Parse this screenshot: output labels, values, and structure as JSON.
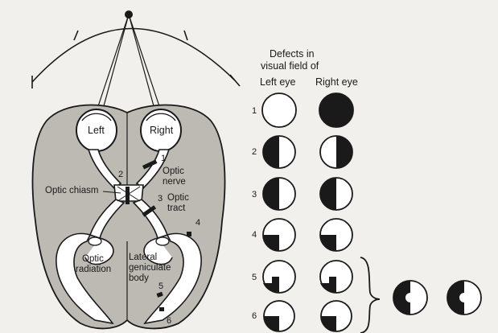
{
  "diagram": {
    "heading_line1": "Defects in",
    "heading_line2": "visual field of",
    "col_left": "Left eye",
    "col_right": "Right eye",
    "eye_left": "Left",
    "eye_right": "Right",
    "labels": {
      "optic_nerve_1": "Optic",
      "optic_nerve_2": "nerve",
      "optic_chiasm": "Optic chiasm",
      "optic_tract_1": "Optic",
      "optic_tract_2": "tract",
      "optic_radiation_1": "Optic",
      "optic_radiation_2": "radiation",
      "lgb_1": "Lateral",
      "lgb_2": "geniculate",
      "lgb_3": "body"
    },
    "lesion_numbers": [
      "1",
      "2",
      "3",
      "4",
      "5",
      "6"
    ],
    "row_numbers": [
      "1",
      "2",
      "3",
      "4",
      "5",
      "6"
    ],
    "field_defects": [
      {
        "row": "1",
        "left": "none",
        "right": "complete"
      },
      {
        "row": "2",
        "left": "temporal-left-half",
        "right": "temporal-right-half"
      },
      {
        "row": "3",
        "left": "left-half",
        "right": "left-half"
      },
      {
        "row": "4",
        "left": "lower-left-quadrant",
        "right": "lower-left-quadrant"
      },
      {
        "row": "5",
        "left": "lower-left-quadrant-partial",
        "right": "lower-left-quadrant-partial"
      },
      {
        "row": "6",
        "left": "lower-left-quadrant",
        "right": "lower-left-quadrant"
      }
    ],
    "colors": {
      "ink": "#1a1a1a",
      "brain_fill": "#bdb9b3",
      "pathway_fill": "#ffffff",
      "background": "#f2f0ec"
    }
  }
}
